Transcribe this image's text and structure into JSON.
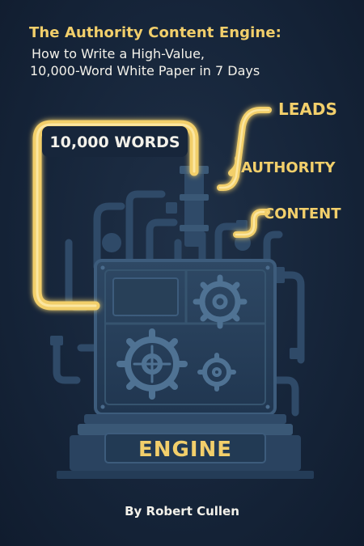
{
  "cover": {
    "title": "The Authority Content Engine:",
    "subtitle_line1": "How to Write a High-Value,",
    "subtitle_line2": "10,000-Word White Paper in 7 Days",
    "input_label": "10,000 WORDS",
    "outputs": [
      "LEADS",
      "AUTHORITY",
      "CONTENT"
    ],
    "engine_label": "ENGINE",
    "author": "By Robert Cullen"
  },
  "colors": {
    "background": "#16253a",
    "accent_gold": "#f2cf6b",
    "text_light": "#f3f1ea",
    "machine_blue": "#3a5876"
  },
  "icons": [
    "gear-icon",
    "pipe-icon"
  ]
}
